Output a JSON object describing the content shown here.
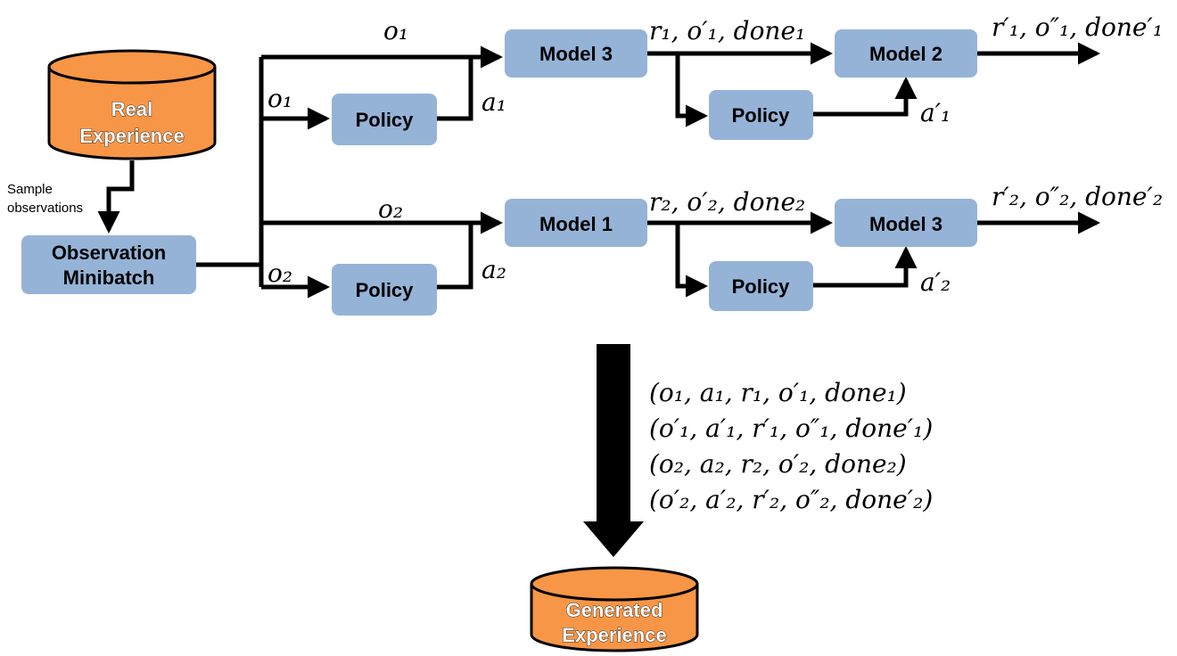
{
  "databases": {
    "real_experience": {
      "line1": "Real",
      "line2": "Experience"
    },
    "generated_experience": {
      "line1": "Generated",
      "line2": "Experience"
    }
  },
  "boxes": {
    "observation_minibatch": {
      "line1": "Observation",
      "line2": "Minibatch"
    },
    "policy_label": "Policy",
    "model_top_1": "Model 3",
    "model_top_2": "Model 2",
    "model_bottom_1": "Model 1",
    "model_bottom_2": "Model 3"
  },
  "sample_label": {
    "line1": "Sample",
    "line2": "observations"
  },
  "edge_labels": {
    "o1_top": "o₁",
    "o1_policy": "o₁",
    "a1": "a₁",
    "out_top_1": "r₁, o′₁, done₁",
    "a1_prime": "a′₁",
    "out_top_2": "r′₁, o″₁, done′₁",
    "o2_top": "o₂",
    "o2_policy": "o₂",
    "a2": "a₂",
    "out_bottom_1": "r₂, o′₂, done₂",
    "a2_prime": "a′₂",
    "out_bottom_2": "r′₂, o″₂, done′₂"
  },
  "tuples": [
    "(o₁, a₁, r₁, o′₁, done₁)",
    "(o′₁, a′₁, r′₁, o″₁, done′₁)",
    "(o₂, a₂, r₂, o′₂, done₂)",
    "(o′₂, a′₂, r′₂, o″₂, done′₂)"
  ],
  "colors": {
    "box_fill": "#95b3d7",
    "database_fill": "#f79646",
    "line": "#000000"
  }
}
